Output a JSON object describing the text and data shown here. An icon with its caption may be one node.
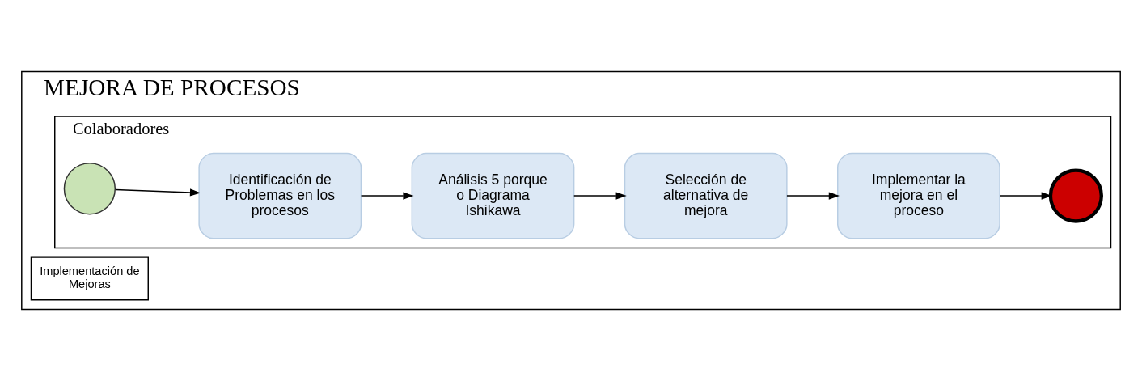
{
  "diagram": {
    "nodes": [
      {
        "text": [
          "MEJORA DE PROCESOS"
        ]
      },
      {
        "text": [
          "Implementación de Mejoras"
        ],
        "in": 0
      },
      {
        "text": [
          "Colaboradores"
        ],
        "in": 0
      },
      {
        "text": [],
        "shape": "circle",
        "in": 2
      },
      {
        "text": [
          "Identificación de Problemas en los procesos"
        ],
        "in": 2
      },
      {
        "text": [
          "Análisis 5 porque o Diagrama Ishikawa"
        ],
        "in": 2
      },
      {
        "text": [
          "Selección de alternativa de mejora"
        ],
        "in": 2
      },
      {
        "text": [
          "Implementar la mejora en el proceso"
        ],
        "in": 2
      },
      {
        "text": [],
        "shape": "circle",
        "in": 2
      }
    ],
    "edges": [
      {
        "from": 3,
        "to": 4,
        "arrow": "to"
      },
      {
        "from": 4,
        "to": 5,
        "arrow": "to"
      },
      {
        "from": 5,
        "to": 6,
        "arrow": "to"
      },
      {
        "from": 6,
        "to": 7,
        "arrow": "to"
      },
      {
        "from": 7,
        "to": 8,
        "arrow": "to"
      }
    ]
  }
}
